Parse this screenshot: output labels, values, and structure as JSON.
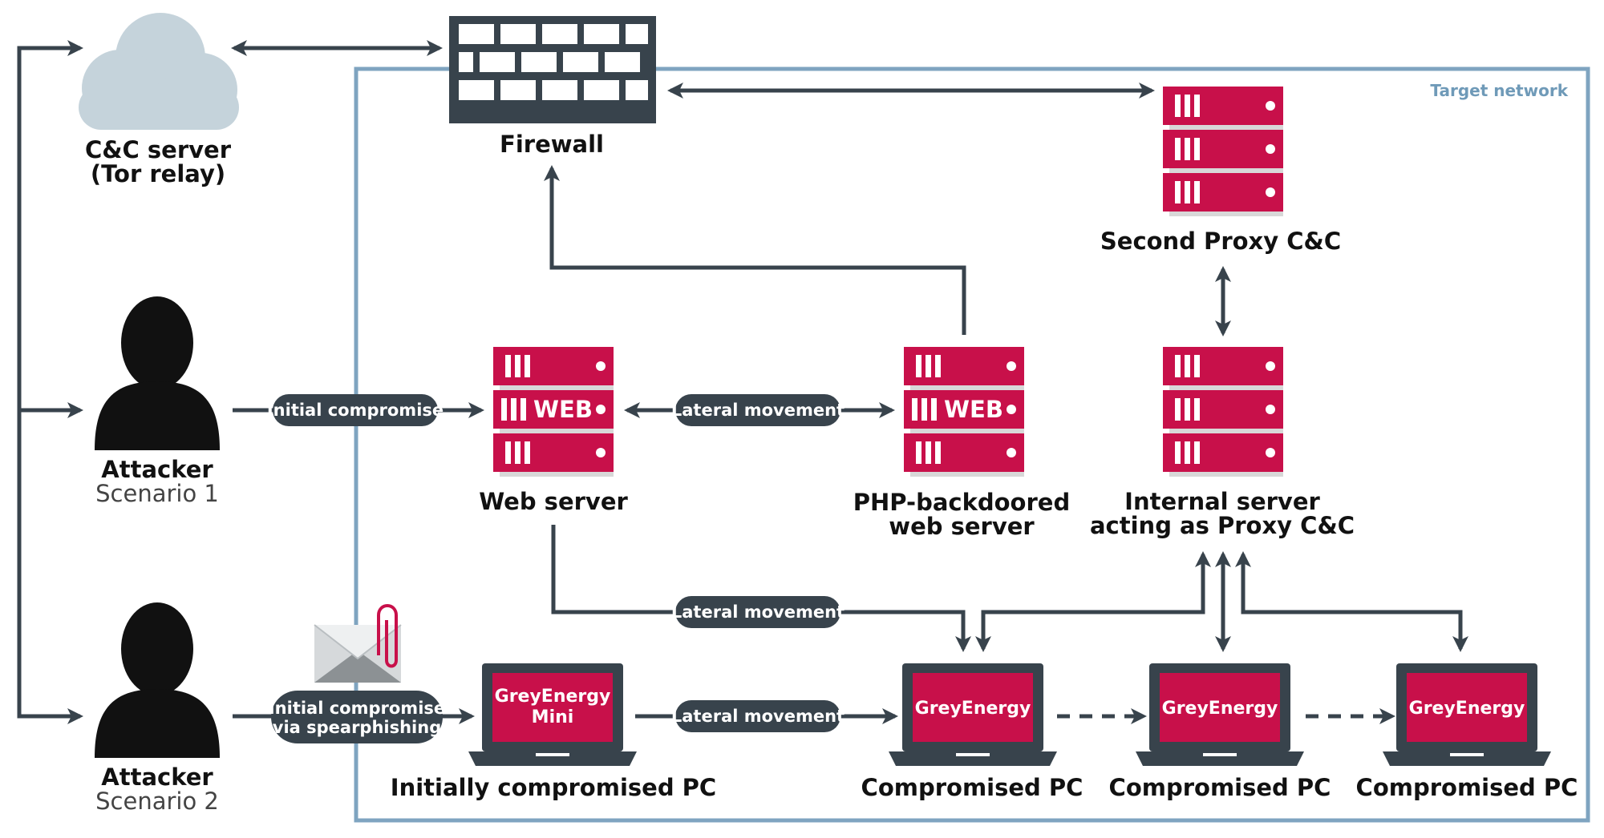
{
  "region": {
    "label": "Target network"
  },
  "nodes": {
    "cc_server": {
      "line1": "C&C server",
      "line2": "(Tor relay)"
    },
    "firewall": {
      "label": "Firewall"
    },
    "second_proxy": {
      "label": "Second Proxy C&C"
    },
    "attacker1": {
      "title": "Attacker",
      "subtitle": "Scenario 1"
    },
    "attacker2": {
      "title": "Attacker",
      "subtitle": "Scenario 2"
    },
    "web_server": {
      "label": "Web server",
      "server_text": "WEB"
    },
    "php_server": {
      "line1": "PHP-backdoored",
      "line2": "web server",
      "server_text": "WEB"
    },
    "internal_server": {
      "line1": "Internal server",
      "line2": "acting as Proxy C&C"
    },
    "initial_pc": {
      "label": "Initially compromised PC",
      "screen_line1": "GreyEnergy",
      "screen_line2": "Mini"
    },
    "pc1": {
      "label": "Compromised PC",
      "screen": "GreyEnergy"
    },
    "pc2": {
      "label": "Compromised PC",
      "screen": "GreyEnergy"
    },
    "pc3": {
      "label": "Compromised PC",
      "screen": "GreyEnergy"
    }
  },
  "edges": {
    "initial_compromise": "Initial compromise",
    "spearphishing_line1": "Initial compromise",
    "spearphishing_line2": "via spearphishing",
    "lateral_web_php": "Lateral movement",
    "lateral_web_pc": "Lateral movement",
    "lateral_pc_pc": "Lateral movement"
  },
  "colors": {
    "server": "#c8104a",
    "server_shadow": "#d8d8d8",
    "dark": "#38434c",
    "region_border": "#7fa4c0",
    "cloud": "#c5d3db"
  }
}
